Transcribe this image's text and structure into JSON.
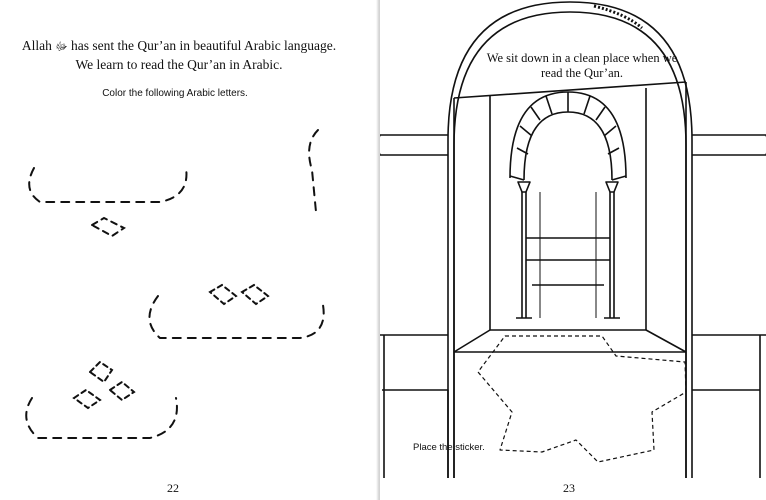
{
  "left_page": {
    "intro_before": "Allah ",
    "intro_glyph": "ﷻ",
    "intro_after": " has sent the Qur’an in beautiful Arabic language.  We learn to read the Qur’an in Arabic.",
    "instruction": "Color the following Arabic letters.",
    "page_number": "22"
  },
  "right_page": {
    "caption": "We sit down in a clean place when we read the Qur’an.",
    "sticker_label": "Place the sticker.",
    "page_number": "23"
  }
}
